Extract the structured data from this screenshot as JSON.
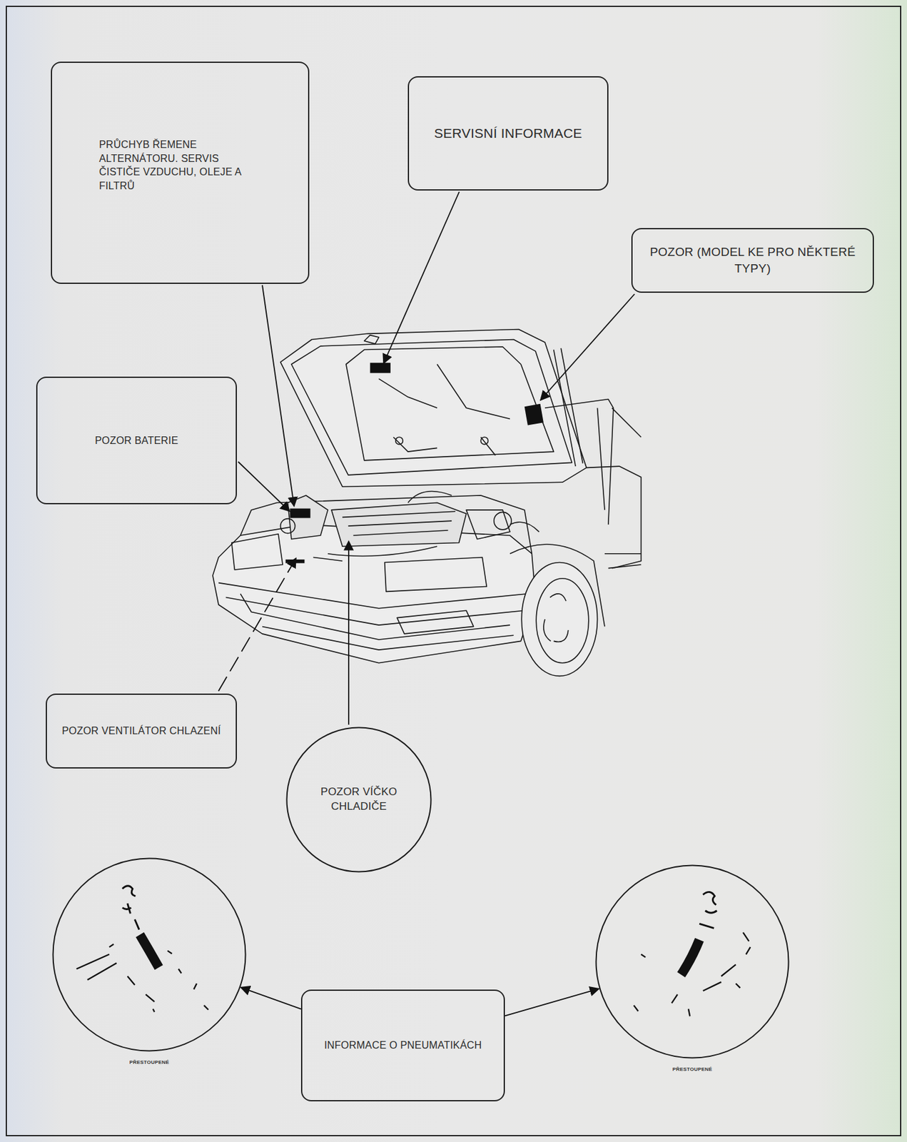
{
  "diagram": {
    "nodes": [
      {
        "text": [
          "PRŮCHYB ŘEMENE ALTERNÁTORU. SERVIS ČISTIČE VZDUCHU, OLEJE A FILTRŮ"
        ]
      },
      {
        "text": [
          "SERVISNÍ INFORMACE"
        ]
      },
      {
        "text": [
          "POZOR (MODEL KE PRO NĚKTERÉ TYPY)"
        ]
      },
      {
        "text": [
          "POZOR BATERIE"
        ]
      },
      {
        "text": [
          "POZOR VENTILÁTOR CHLAZENÍ"
        ]
      },
      {
        "text": [
          "POZOR VÍČKO CHLADIČE"
        ]
      },
      {
        "text": [
          "PŘESTOUPENÉ"
        ]
      },
      {
        "text": [
          "INFORMACE O PNEUMATIKÁCH"
        ]
      },
      {
        "text": [
          "PŘESTOUPENÉ"
        ]
      }
    ],
    "edges": [
      {
        "from": 7,
        "to": 6,
        "arrow": "to"
      },
      {
        "from": 7,
        "to": 8,
        "arrow": "to"
      }
    ]
  }
}
